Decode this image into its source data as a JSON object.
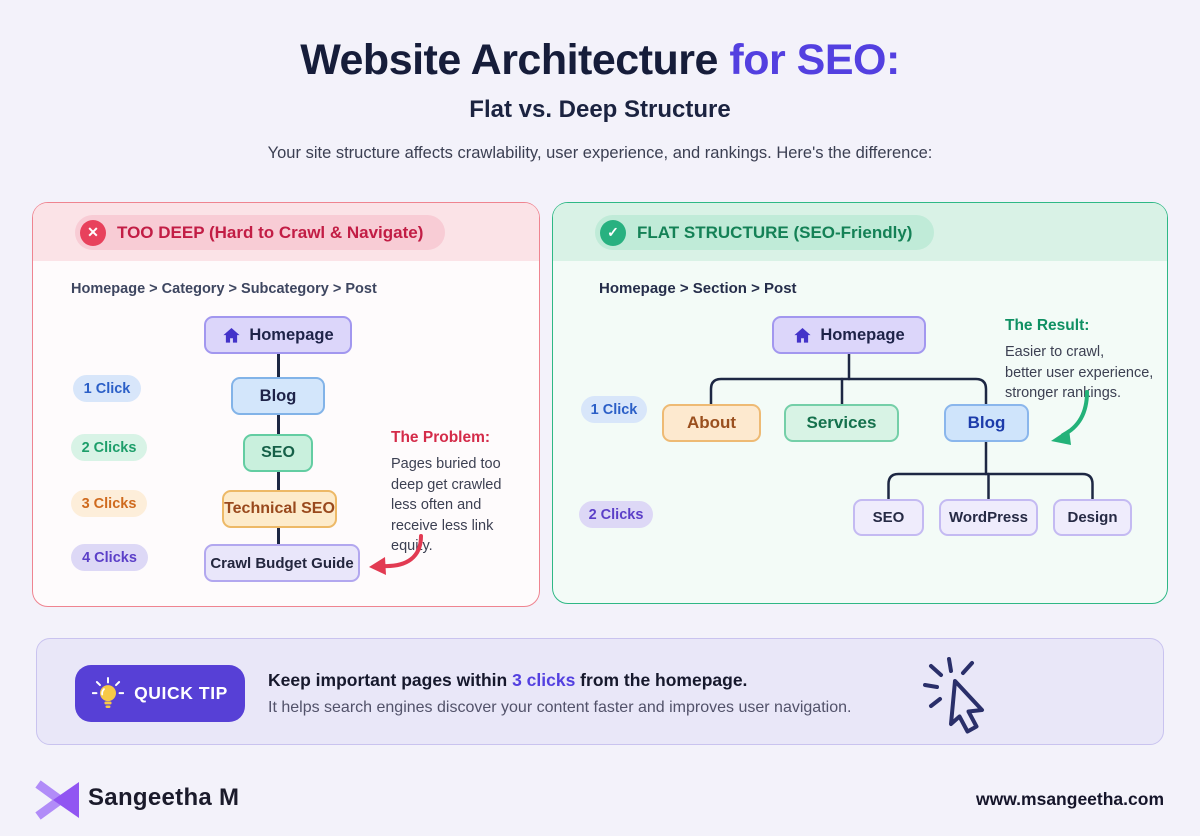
{
  "page": {
    "title_dark": "Website Architecture ",
    "title_accent": "for SEO:",
    "subtitle": "Flat vs. Deep Structure",
    "description": "Your site structure affects crawlability, user experience, and rankings. Here's the difference:"
  },
  "deep_panel": {
    "badge_label": "TOO DEEP (Hard to Crawl & Navigate)",
    "badge_glyph": "✕",
    "breadcrumb": "Homepage > Category > Subcategory > Post",
    "nodes": [
      "Homepage",
      "Blog",
      "SEO",
      "Technical SEO",
      "Crawl Budget Guide"
    ],
    "click_labels": [
      "1 Click",
      "2 Clicks",
      "3 Clicks",
      "4 Clicks"
    ],
    "problem_title": "The Problem:",
    "problem_text": "Pages buried too deep get crawled less often and receive less link equity."
  },
  "flat_panel": {
    "badge_label": "FLAT STRUCTURE (SEO-Friendly)",
    "badge_glyph": "✓",
    "breadcrumb": "Homepage > Section > Post",
    "root": "Homepage",
    "level1": [
      "About",
      "Services",
      "Blog"
    ],
    "level2": [
      "SEO",
      "WordPress",
      "Design"
    ],
    "click_labels": [
      "1 Click",
      "2 Clicks"
    ],
    "result_title": "The Result:",
    "result_lines": [
      "Easier to crawl,",
      "better user experience,",
      "stronger rankings."
    ]
  },
  "quick_tip": {
    "badge_label": "QUICK TIP",
    "line1_prefix": "Keep important pages within ",
    "line1_highlight": "3 clicks",
    "line1_suffix": " from the homepage.",
    "line2": "It helps search engines discover your content faster and improves user navigation."
  },
  "footer": {
    "brand": "Sangeetha M",
    "website": "www.msangeetha.com"
  },
  "icons": {
    "deep_badge": "x-circle-icon",
    "flat_badge": "check-circle-icon",
    "homepage": "home-icon",
    "tip": "lightbulb-icon",
    "decor": "cursor-click-icon",
    "logo": "brand-logo-icon"
  },
  "colors": {
    "accent_purple": "#5340e0",
    "deep_red": "#d42b49",
    "flat_green": "#169a6b",
    "line_navy": "#1d2743"
  }
}
